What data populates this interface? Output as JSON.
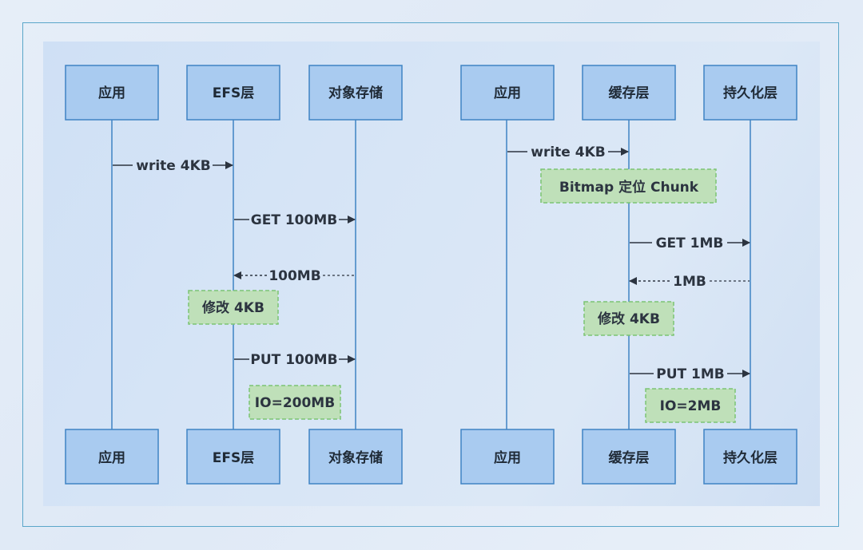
{
  "colors": {
    "box_fill": "#a9cbf0",
    "box_stroke": "#3f83c4",
    "lifeline": "#3f83c4",
    "note_fill": "#bfe0b9",
    "note_stroke": "#7cc474",
    "arrow": "#2c3440",
    "frame": "#5aa6c9"
  },
  "left": {
    "participants": [
      "应用",
      "EFS层",
      "对象存储"
    ],
    "messages": [
      {
        "label": "write 4KB",
        "from": 0,
        "to": 1,
        "style": "solid"
      },
      {
        "label": "GET 100MB",
        "from": 1,
        "to": 2,
        "style": "solid"
      },
      {
        "label": "100MB",
        "from": 2,
        "to": 1,
        "style": "dashed"
      },
      {
        "label": "PUT 100MB",
        "from": 1,
        "to": 2,
        "style": "solid"
      }
    ],
    "notes": [
      {
        "label": "修改 4KB"
      },
      {
        "label": "IO=200MB"
      }
    ]
  },
  "right": {
    "participants": [
      "应用",
      "缓存层",
      "持久化层"
    ],
    "messages": [
      {
        "label": "write 4KB",
        "from": 0,
        "to": 1,
        "style": "solid"
      },
      {
        "label": "GET 1MB",
        "from": 1,
        "to": 2,
        "style": "solid"
      },
      {
        "label": "1MB",
        "from": 2,
        "to": 1,
        "style": "dashed"
      },
      {
        "label": "PUT 1MB",
        "from": 1,
        "to": 2,
        "style": "solid"
      }
    ],
    "notes": [
      {
        "label": "Bitmap 定位 Chunk"
      },
      {
        "label": "修改 4KB"
      },
      {
        "label": "IO=2MB"
      }
    ]
  }
}
